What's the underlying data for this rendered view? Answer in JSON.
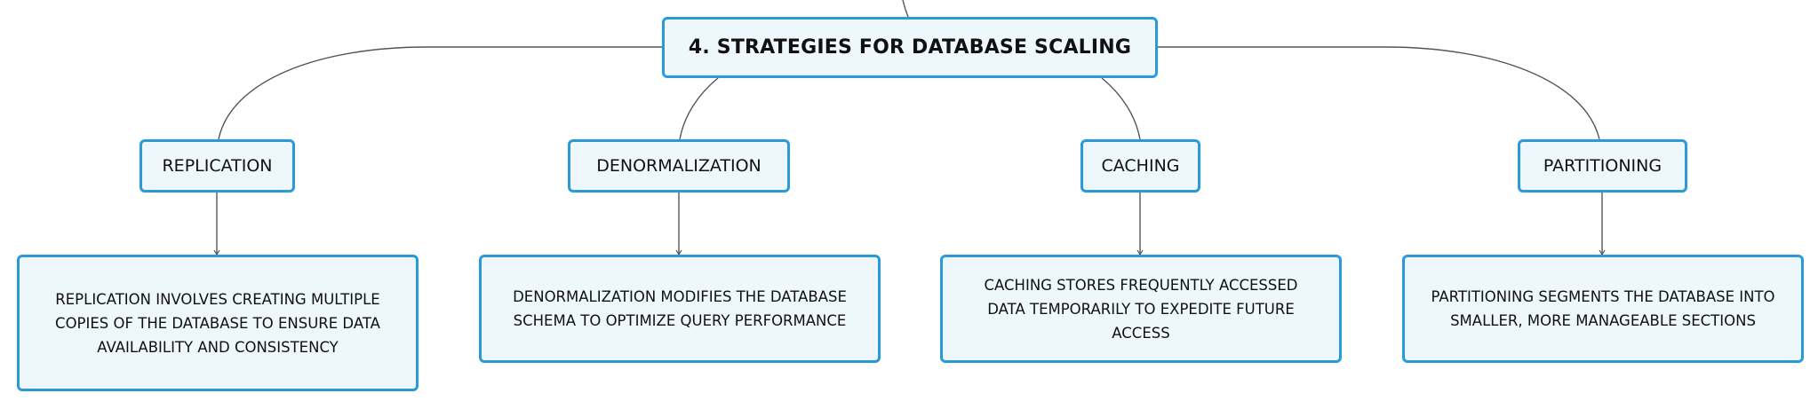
{
  "diagram": {
    "root": {
      "title": "4. STRATEGIES FOR DATABASE SCALING"
    },
    "strategies": [
      {
        "label": "REPLICATION",
        "description": "REPLICATION INVOLVES CREATING MULTIPLE COPIES OF THE DATABASE TO ENSURE DATA AVAILABILITY AND CONSISTENCY"
      },
      {
        "label": "DENORMALIZATION",
        "description": "DENORMALIZATION MODIFIES THE DATABASE SCHEMA TO OPTIMIZE QUERY PERFORMANCE"
      },
      {
        "label": "CACHING",
        "description": "CACHING STORES FREQUENTLY ACCESSED DATA TEMPORARILY TO EXPEDITE FUTURE ACCESS"
      },
      {
        "label": "PARTITIONING",
        "description": "PARTITIONING SEGMENTS THE DATABASE INTO SMALLER, MORE MANAGEABLE SECTIONS"
      }
    ],
    "colors": {
      "node_border": "#2b9ad8",
      "node_fill": "#eef7fc",
      "connector": "#555555",
      "text": "#111111"
    }
  }
}
